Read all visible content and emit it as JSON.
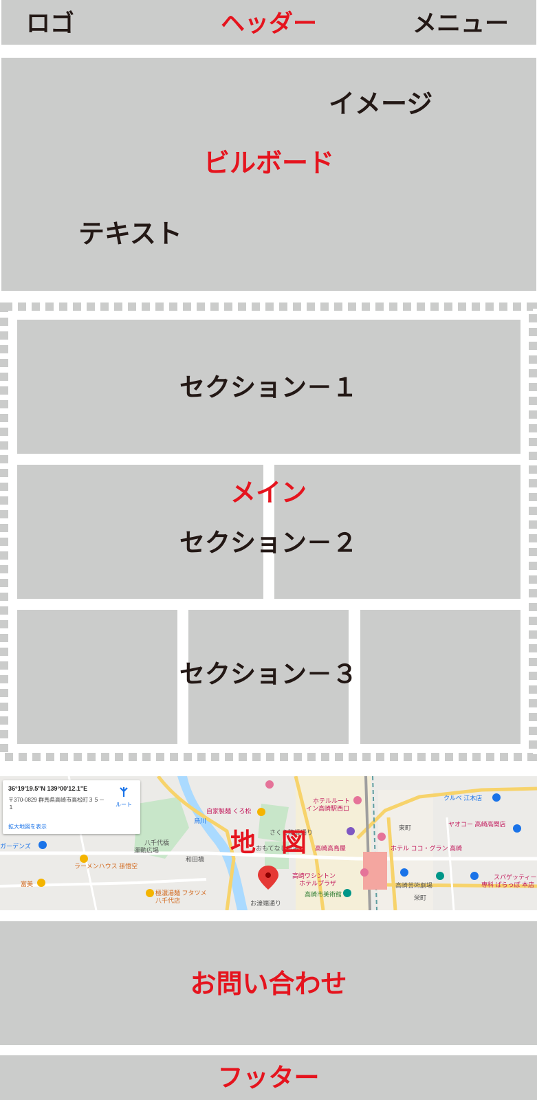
{
  "header": {
    "logo": "ロゴ",
    "title": "ヘッダー",
    "menu": "メニュー"
  },
  "billboard": {
    "image": "イメージ",
    "title": "ビルボード",
    "text": "テキスト"
  },
  "main": {
    "title": "メイン",
    "section1": "セクション－１",
    "section2": "セクション－２",
    "section3": "セクション－３"
  },
  "map": {
    "title": "地　図",
    "coords": "36°19'19.5\"N 139°00'12.1\"E",
    "address": "〒370-0829 群馬県高崎市高松町３５－１",
    "route_label": "ルート",
    "enlarge_link": "拡大地図を表示",
    "places": [
      "自家製麺 くろ松",
      "ホテルルート",
      "イン高崎駅西口",
      "高崎高島屋",
      "高崎ワシントン",
      "ホテルプラザ",
      "高崎市美術館",
      "ホテル ココ・グラン 高崎",
      "高崎芸術劇場",
      "クルベ 江木店",
      "ヤオコー 高崎高関店",
      "八千代橋",
      "運動広場",
      "ラーメンハウス 孫悟空",
      "極濃湯麺 フタツメ",
      "八千代店",
      "和田橋",
      "東町",
      "栄町",
      "富美",
      "ガーデンズ",
      "スパゲッティー",
      "専科 ぱらっぽ 本店",
      "さくら陸橋通り",
      "お濠端通り",
      "烏川",
      "おもてなし広場"
    ]
  },
  "contact": {
    "title": "お問い合わせ"
  },
  "footer": {
    "title": "フッター"
  },
  "colors": {
    "block_gray": "#cbcccb",
    "label_red": "#e5141e",
    "label_black": "#231815"
  }
}
